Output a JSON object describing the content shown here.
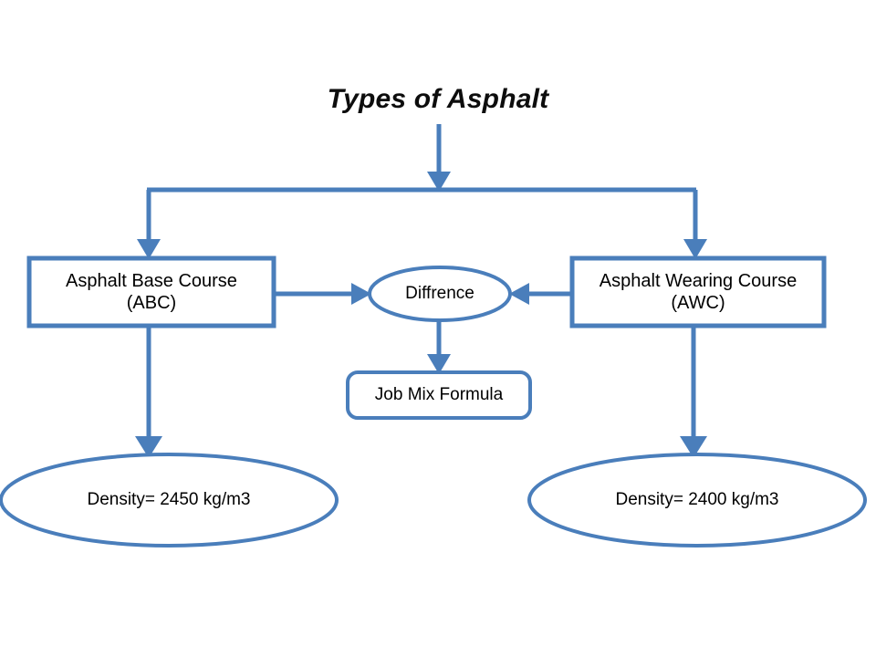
{
  "diagram": {
    "title": "Types of Asphalt",
    "accent_color": "#4A7EBB",
    "text_color": "#000000",
    "background_color": "#FFFFFF",
    "nodes": [
      {
        "id": "title",
        "shape": "text",
        "label": "Types of Asphalt"
      },
      {
        "id": "abc",
        "shape": "rectangle",
        "label": "Asphalt Base Course\n(ABC)"
      },
      {
        "id": "awc",
        "shape": "rectangle",
        "label": "Asphalt Wearing Course\n(AWC)"
      },
      {
        "id": "difference",
        "shape": "ellipse",
        "label": "Diffrence"
      },
      {
        "id": "jmf",
        "shape": "rounded-rectangle",
        "label": "Job Mix Formula"
      },
      {
        "id": "density_left",
        "shape": "ellipse",
        "label": "Density= 2450 kg/m3"
      },
      {
        "id": "density_right",
        "shape": "ellipse",
        "label": "Density= 2400 kg/m3"
      }
    ],
    "edges": [
      {
        "from": "title",
        "to": "abc",
        "style": "elbow-split-arrow"
      },
      {
        "from": "title",
        "to": "awc",
        "style": "elbow-split-arrow"
      },
      {
        "from": "abc",
        "to": "difference",
        "style": "straight-arrow"
      },
      {
        "from": "awc",
        "to": "difference",
        "style": "straight-arrow"
      },
      {
        "from": "difference",
        "to": "jmf",
        "style": "straight-arrow"
      },
      {
        "from": "abc",
        "to": "density_left",
        "style": "straight-arrow"
      },
      {
        "from": "awc",
        "to": "density_right",
        "style": "straight-arrow"
      }
    ]
  }
}
